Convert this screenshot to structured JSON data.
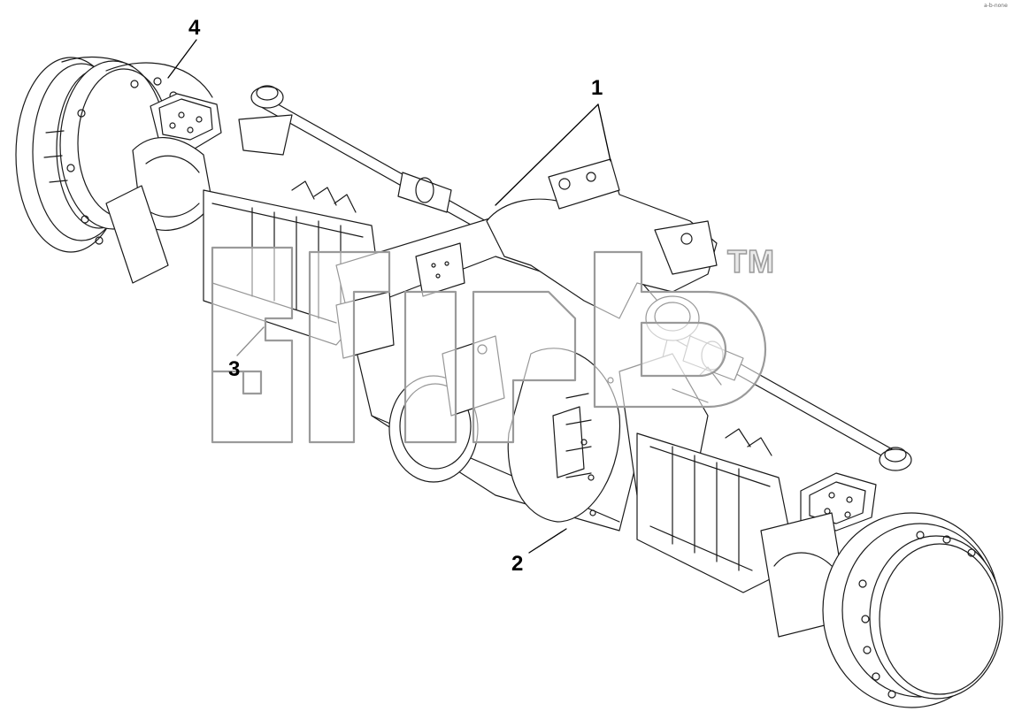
{
  "callouts": {
    "c1": "1",
    "c2": "2",
    "c3": "3",
    "c4": "4"
  },
  "watermark": {
    "mark": "TM"
  },
  "corner_code": "a-b-none",
  "colors": {
    "line": "#1a1a1a",
    "watermark_fill": "#ececec",
    "watermark_stroke": "#9a9a9a",
    "background": "#ffffff"
  }
}
